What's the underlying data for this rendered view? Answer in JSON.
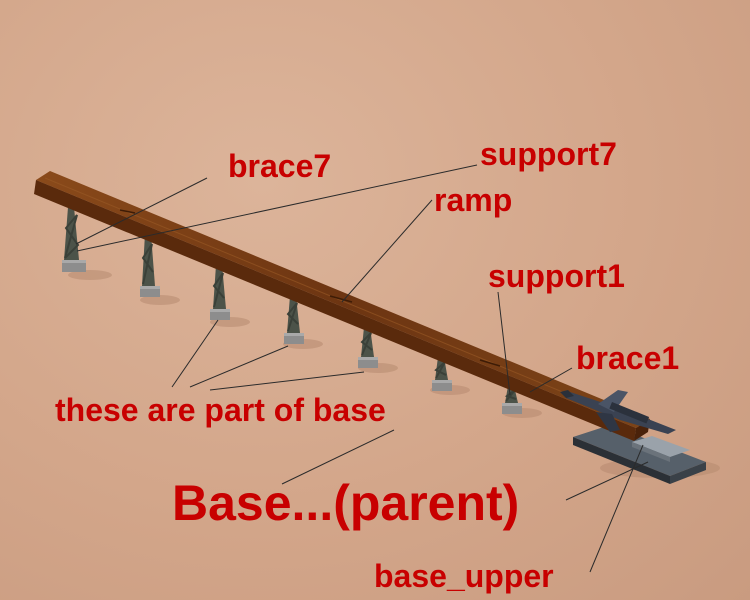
{
  "labels": {
    "brace7": "brace7",
    "support7": "support7",
    "ramp": "ramp",
    "support1": "support1",
    "brace1": "brace1",
    "base_parts": "these are part of base",
    "base_parent": "Base...(parent)",
    "base_upper": "base_upper"
  },
  "colors": {
    "label": "#c80000",
    "background": "#d4a78b",
    "ramp_wood": "#7a3f16",
    "support_metal": "#4a5046",
    "footing": "#8c8c8c",
    "base_slab": "#3d444c",
    "aircraft": "#3f4756"
  }
}
